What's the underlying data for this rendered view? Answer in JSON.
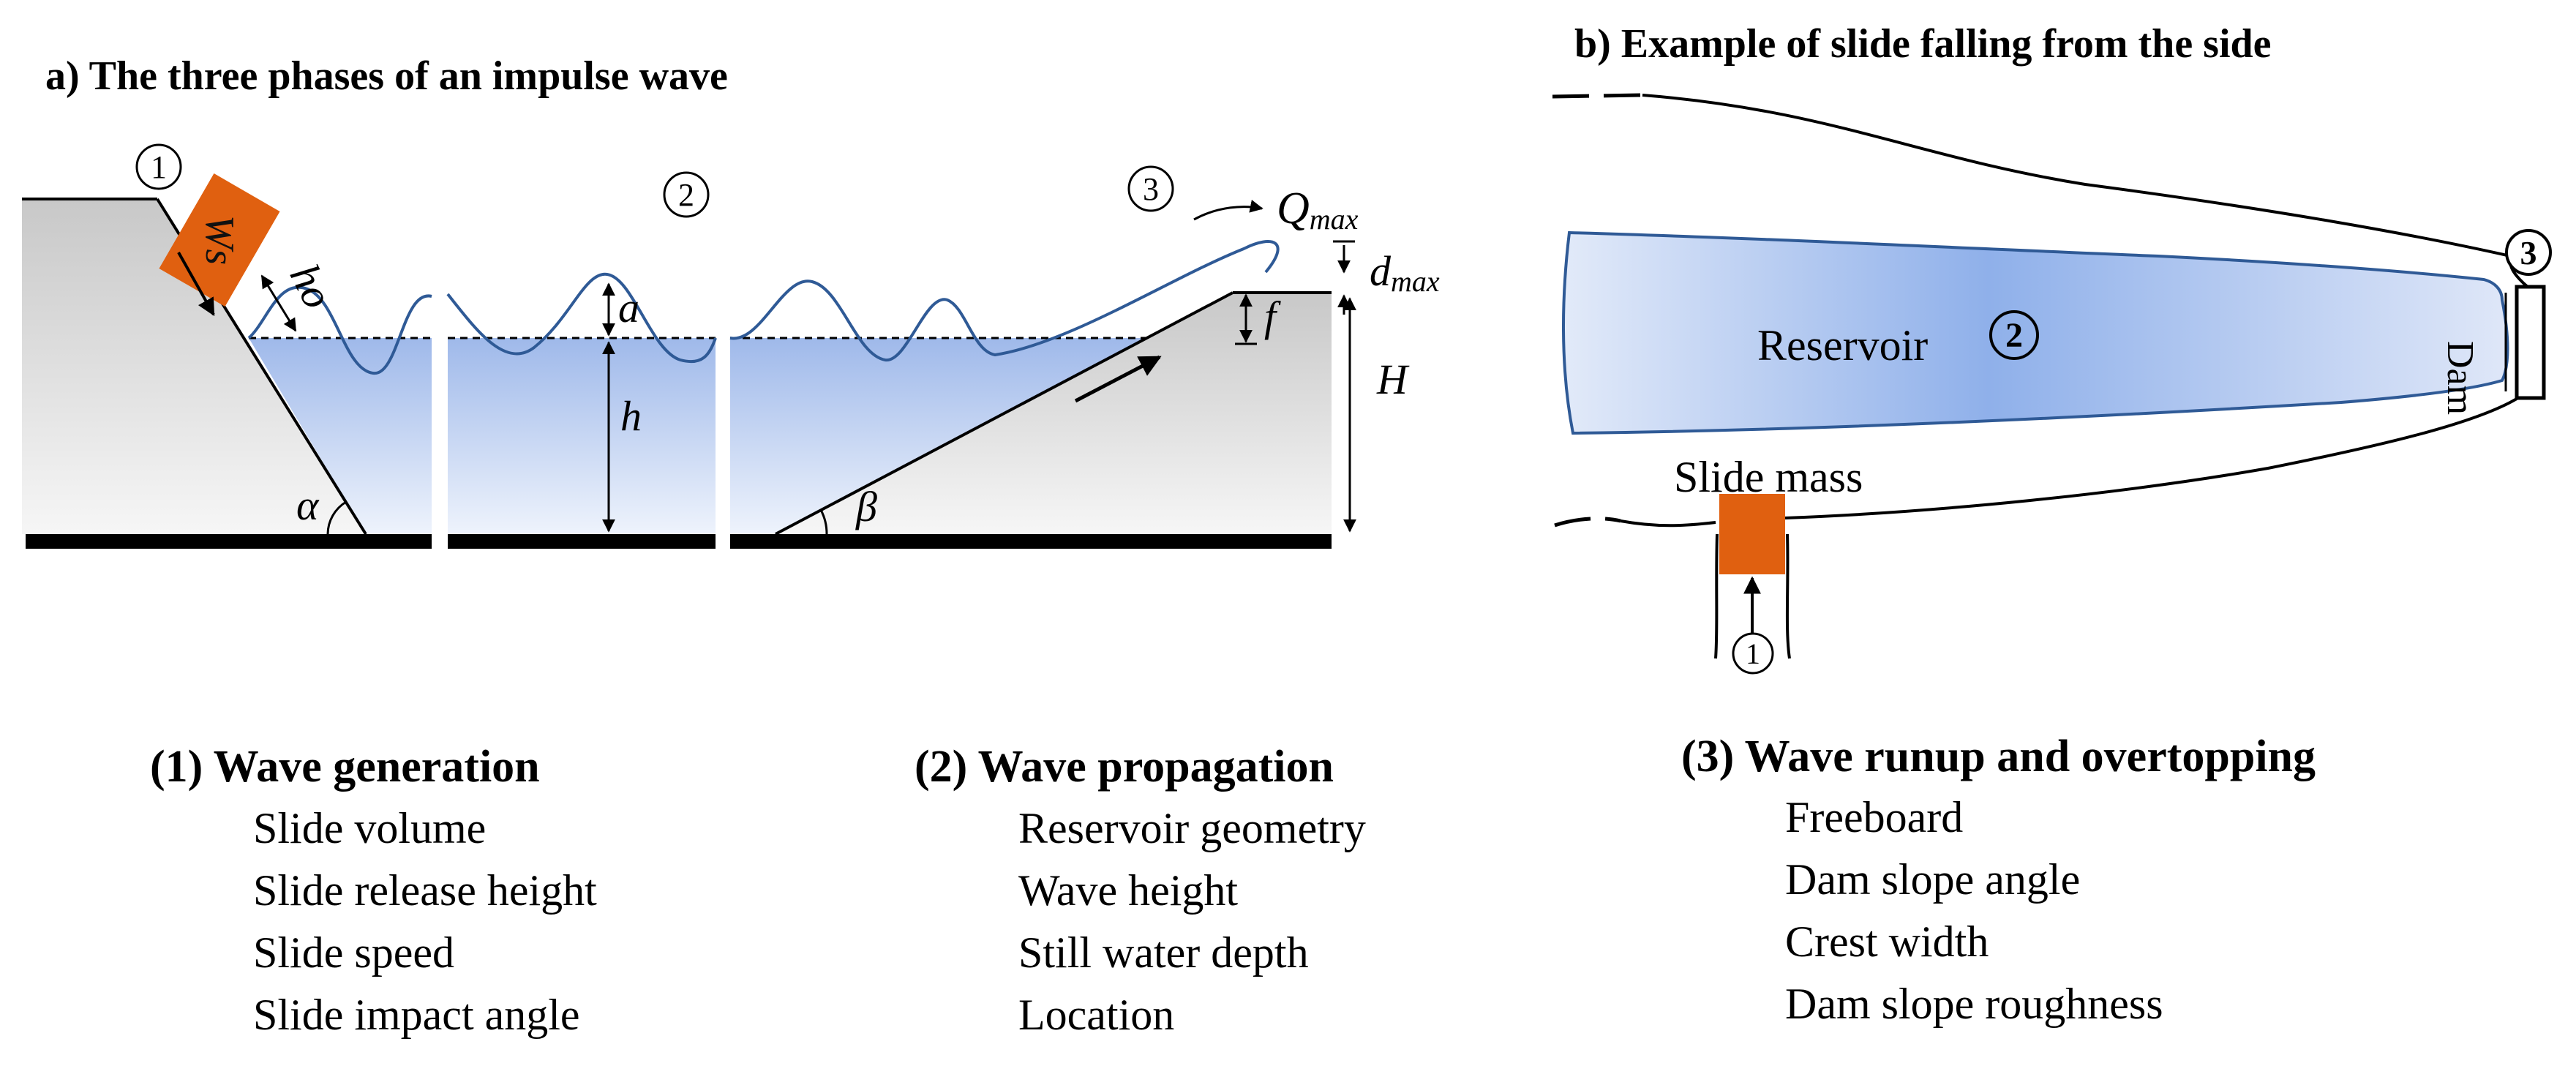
{
  "panel_a": {
    "title": "a) The three phases of an impulse wave",
    "labels": {
      "ws": "Ws",
      "ho": "ho",
      "a": "a",
      "h": "h",
      "alpha": "α",
      "beta": "β",
      "q": "Q",
      "q_sub": "max",
      "d": "d",
      "d_sub": "max",
      "f": "f",
      "H": "H"
    },
    "markers": [
      "1",
      "2",
      "3"
    ]
  },
  "panel_b": {
    "title": "b) Example of slide falling from the side",
    "reservoir": "Reservoir",
    "reservoir_marker": "2",
    "dam": "Dam",
    "dam_marker": "3",
    "slide_mass": "Slide mass",
    "slide_marker": "1"
  },
  "lists": [
    {
      "heading": "(1) Wave generation",
      "items": [
        "Slide volume",
        "Slide release height",
        "Slide speed",
        "Slide impact angle"
      ]
    },
    {
      "heading": "(2) Wave propagation",
      "items": [
        "Reservoir geometry",
        "Wave height",
        "Still water depth",
        "Location"
      ]
    },
    {
      "heading": "(3) Wave runup and overtopping",
      "items": [
        "Freeboard",
        "Dam slope angle",
        "Crest width",
        "Dam slope roughness"
      ]
    }
  ],
  "colors": {
    "slide": "#e06010",
    "water": "#a9c2ec",
    "line": "#2f5a96",
    "ground": "#d9d9d9"
  }
}
